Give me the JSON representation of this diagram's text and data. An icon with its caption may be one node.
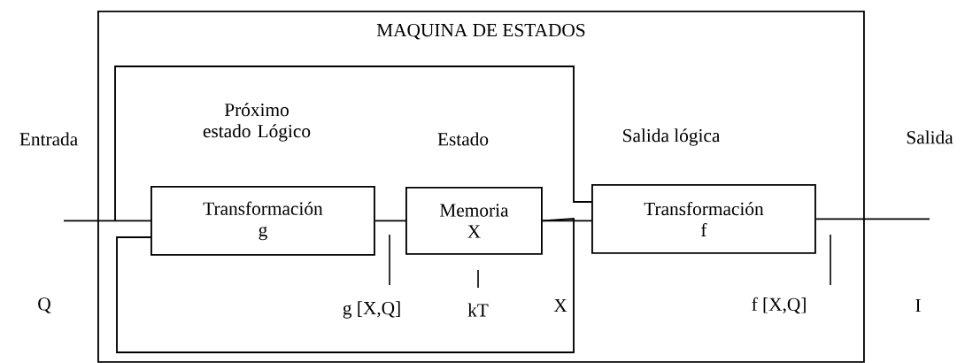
{
  "diagram": {
    "nodes": [
      {
        "text": [
          "MAQUINA DE ESTADOS"
        ]
      },
      {
        "text": [
          "Transformación",
          "g"
        ],
        "in": 0
      },
      {
        "text": [
          "Memoria",
          "X"
        ],
        "in": 0
      },
      {
        "text": [
          "Transformación",
          "f"
        ],
        "in": 0
      }
    ],
    "edges": [
      {
        "from": null,
        "to": 1,
        "arrow": "none"
      },
      {
        "from": 1,
        "to": 2,
        "arrow": "none"
      },
      {
        "from": 2,
        "to": 3,
        "arrow": "none"
      },
      {
        "from": 3,
        "to": null,
        "arrow": "none"
      },
      {
        "from": 2,
        "to": 1,
        "arrow": "none"
      },
      {
        "from": null,
        "to": 3,
        "arrow": "none"
      }
    ],
    "labels": [
      "Entrada",
      "Próximo estado Lógico",
      "Estado",
      "Salida lógica",
      "Salida",
      "Q",
      "g [X,Q]",
      "kT",
      "X",
      "f [X,Q]",
      "I"
    ]
  }
}
